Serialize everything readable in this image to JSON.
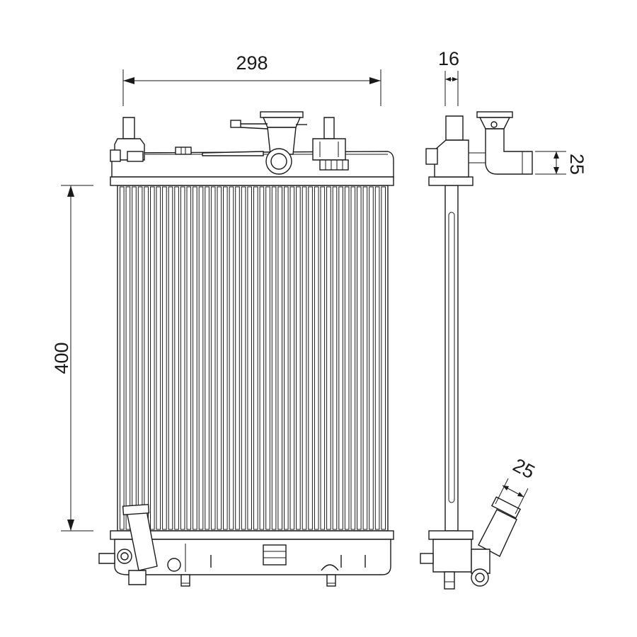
{
  "dimensions": {
    "width": "298",
    "height": "400",
    "thickness": "16",
    "upper_pipe": "25",
    "lower_pipe": "25"
  },
  "tube_count": 44
}
